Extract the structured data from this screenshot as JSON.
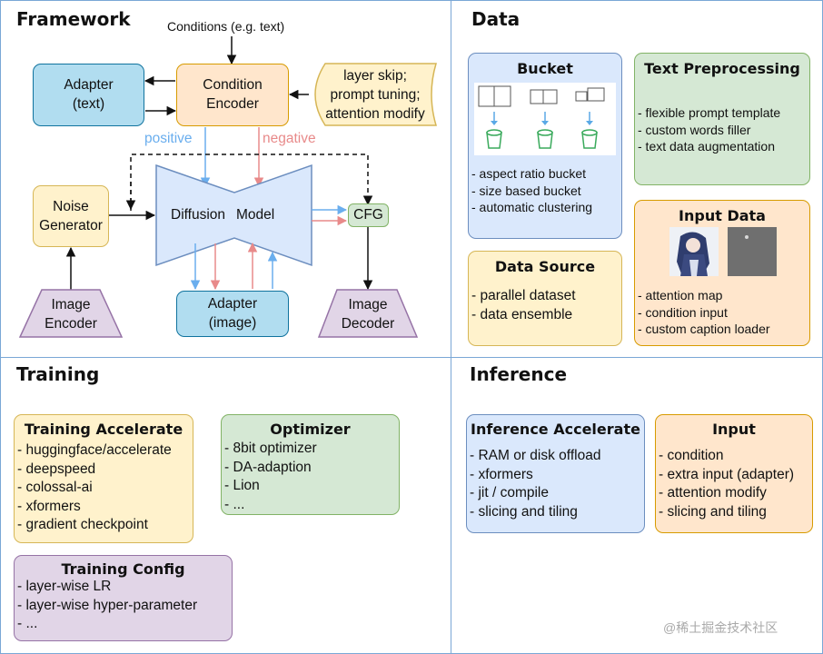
{
  "colors": {
    "divider": "#7aa7d6",
    "positive": "#6aaeee",
    "negative": "#e88a8a",
    "watermark": "#a9a9a9"
  },
  "framework": {
    "title": "Framework",
    "conditions_label": "Conditions (e.g. text)",
    "adapter_text": "Adapter\n(text)",
    "condition_encoder": "Condition\nEncoder",
    "layer_skip_box": "layer skip;\nprompt tuning;\nattention modify",
    "positive_label": "positive",
    "negative_label": "negative",
    "noise_generator": "Noise\nGenerator",
    "diffusion_label": "Diffusion",
    "model_label": "Model",
    "cfg": "CFG",
    "image_encoder": "Image\nEncoder",
    "adapter_image": "Adapter\n(image)",
    "image_decoder": "Image\nDecoder"
  },
  "data": {
    "title": "Data",
    "bucket": {
      "title": "Bucket",
      "items": "- aspect ratio bucket\n- size based bucket\n- automatic clustering"
    },
    "text_preprocessing": {
      "title": "Text Preprocessing",
      "items": "- flexible prompt template\n- custom words filler\n- text data augmentation"
    },
    "data_source": {
      "title": "Data Source",
      "items": "- parallel dataset\n- data ensemble"
    },
    "input_data": {
      "title": "Input Data",
      "items": "- attention map\n- condition input\n- custom caption loader"
    }
  },
  "training": {
    "title": "Training",
    "accelerate": {
      "title": "Training Accelerate",
      "items": "- huggingface/accelerate\n- deepspeed\n- colossal-ai\n- xformers\n- gradient checkpoint"
    },
    "optimizer": {
      "title": "Optimizer",
      "items": "- 8bit optimizer\n- DA-adaption\n- Lion\n- ..."
    },
    "config": {
      "title": "Training Config",
      "items": "- layer-wise LR\n- layer-wise hyper-parameter\n- ..."
    }
  },
  "inference": {
    "title": "Inference",
    "accelerate": {
      "title": "Inference Accelerate",
      "items": "- RAM or disk offload\n- xformers\n- jit / compile\n- slicing and tiling"
    },
    "input": {
      "title": "Input",
      "items": "- condition\n- extra input (adapter)\n- attention modify\n- slicing and tiling"
    }
  },
  "watermark": "@稀土掘金技术社区"
}
